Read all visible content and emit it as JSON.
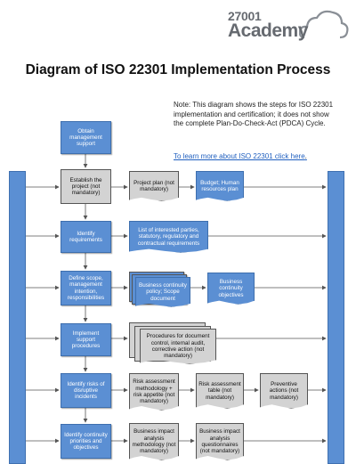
{
  "logo": {
    "line1": "27001",
    "line2": "Academy"
  },
  "title": "Diagram of ISO 22301 Implementation Process",
  "note": "Note: This diagram shows the steps for ISO 22301 implementation and certification; it does not show the complete Plan-Do-Check-Act (PDCA) Cycle.",
  "link": "To learn more about ISO 22301 click here",
  "link_suffix": ".",
  "steps": [
    "Obtain management support",
    "Establish the project (not mandatory)",
    "Identify requirements",
    "Define scope, management intention, responsibilities",
    "Implement support procedures",
    "Identify risks of disruptive incidents",
    "Identify continuity priorities and objectives"
  ],
  "outputs": {
    "project_plan": "Project plan (not mandatory)",
    "budget": "Budget; Human resources plan",
    "interested_parties": "List of interested parties, statutory, regulatory and contractual requirements",
    "bc_policy": "Business continuity policy; Scope document",
    "bc_objectives": "Business continuity objectives",
    "procedures": "Procedures for document control, internal audit, corrective action (not mandatory)",
    "ra_methodology": "Risk assessment methodology + risk appetite (not mandatory)",
    "ra_table": "Risk assessment table (not mandatory)",
    "preventive_actions": "Preventive actions (not mandatory)",
    "bia_methodology": "Business impact analysis methodology (not mandatory)",
    "bia_questionnaires": "Business impact analysis questionnaires (not mandatory)"
  },
  "colors": {
    "process_blue": "#5b8fd3",
    "document_grey": "#d3d3d3",
    "link_blue": "#1f5fbf"
  }
}
